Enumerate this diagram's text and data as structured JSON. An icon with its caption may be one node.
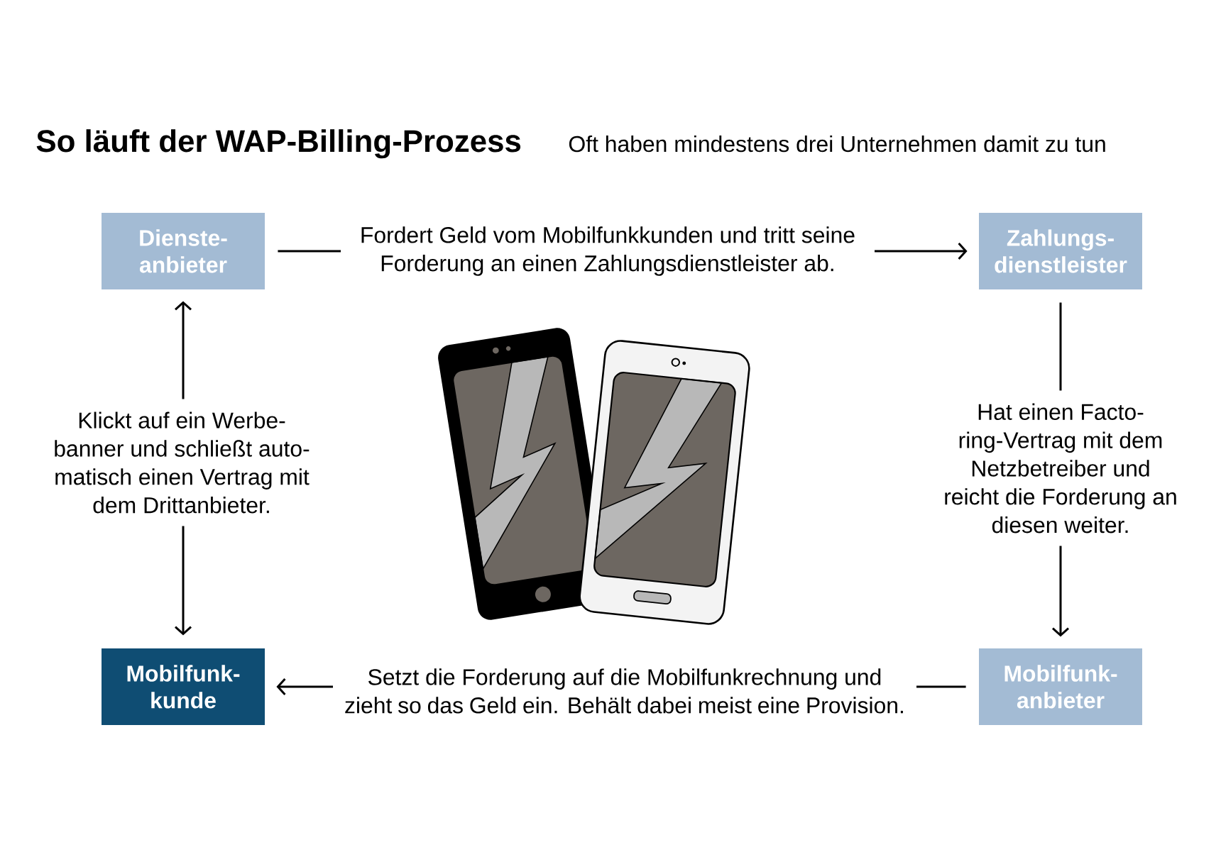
{
  "diagram": {
    "title": "So läuft der WAP-Billing-Prozess",
    "nodes": [
      {
        "text": [
          "Dienste- anbieter"
        ]
      },
      {
        "text": [
          "Zahlungs- dienstleister"
        ]
      },
      {
        "text": [
          "Mobilfunk- anbieter"
        ]
      },
      {
        "text": [
          "Mobilfunk- kunde"
        ]
      }
    ],
    "edges": [
      {
        "from": 0,
        "to": 1,
        "arrow": "to",
        "label": "Fordert Geld vom Mobilfunkkunden und tritt seine Forderung an einen Zahlungsdienstleister ab."
      },
      {
        "from": 1,
        "to": 2,
        "arrow": "to",
        "label": "Hat einen Facto- ring-Vertrag mit dem Netzbetreiber und reicht die Forderung an diesen weiter."
      },
      {
        "from": 2,
        "to": 3,
        "arrow": "to",
        "label": "Setzt die Forderung auf die Mobilfunkrechnung und zieht so das Geld ein. Behält dabei meist eine Provision."
      },
      {
        "from": 3,
        "to": 0,
        "arrow": "both",
        "label": "Klickt auf ein Werbe- banner und schließt auto- matisch einen Vertrag mit dem Drittanbieter."
      }
    ],
    "labels": [
      "Oft haben mindestens drei Unternehmen damit zu tun"
    ]
  }
}
